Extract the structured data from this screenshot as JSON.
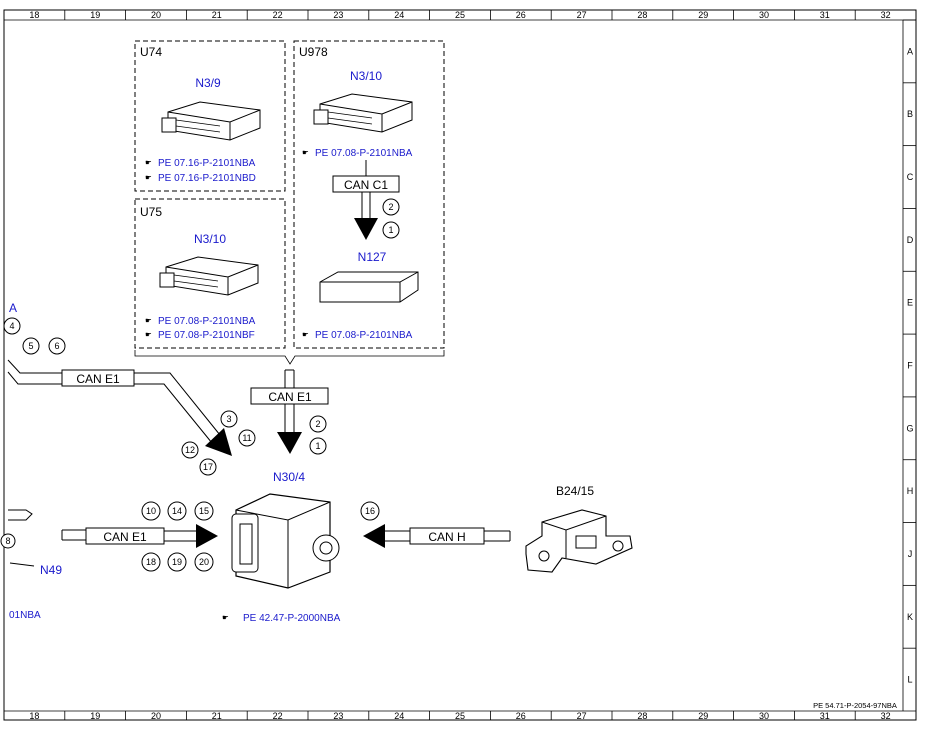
{
  "frame": {
    "columns": [
      "18",
      "19",
      "20",
      "21",
      "22",
      "23",
      "24",
      "25",
      "26",
      "27",
      "28",
      "29",
      "30",
      "31",
      "32"
    ],
    "rows": [
      "A",
      "B",
      "C",
      "D",
      "E",
      "F",
      "G",
      "H",
      "J",
      "K",
      "L"
    ],
    "doc_ref": "PE 54.71-P-2054-97NBA"
  },
  "groups": {
    "u74": "U74",
    "u75": "U75",
    "u978": "U978"
  },
  "components": {
    "n3_9": "N3/9",
    "n3_10_u75": "N3/10",
    "n3_10_u978": "N3/10",
    "n127": "N127",
    "n30_4": "N30/4",
    "b24_15": "B24/15",
    "n49": "N49",
    "left_a": "A",
    "left_ref": "01NBA"
  },
  "refs": {
    "u74_1": "PE 07.16-P-2101NBA",
    "u74_2": "PE 07.16-P-2101NBD",
    "u75_1": "PE 07.08-P-2101NBA",
    "u75_2": "PE 07.08-P-2101NBF",
    "u978_1": "PE 07.08-P-2101NBA",
    "n127": "PE 07.08-P-2101NBA",
    "n30_4": "PE 42.47-P-2000NBA"
  },
  "buses": {
    "can_c1": "CAN C1",
    "can_e1_left": "CAN E1",
    "can_e1_mid": "CAN E1",
    "can_e1_bottom": "CAN E1",
    "can_h": "CAN H"
  },
  "pins": {
    "c1_a": "2",
    "c1_b": "1",
    "mid_a": "2",
    "mid_b": "1",
    "diag_a": "3",
    "diag_b": "11",
    "diag_c": "12",
    "diag_d": "17",
    "top_a": "10",
    "top_b": "14",
    "top_c": "15",
    "bot_a": "18",
    "bot_b": "19",
    "bot_c": "20",
    "canh": "16",
    "left_a": "4",
    "left_b": "5",
    "left_c": "6",
    "left_d": "8"
  },
  "colors": {
    "link": "#1a1acc",
    "line": "#000000"
  }
}
